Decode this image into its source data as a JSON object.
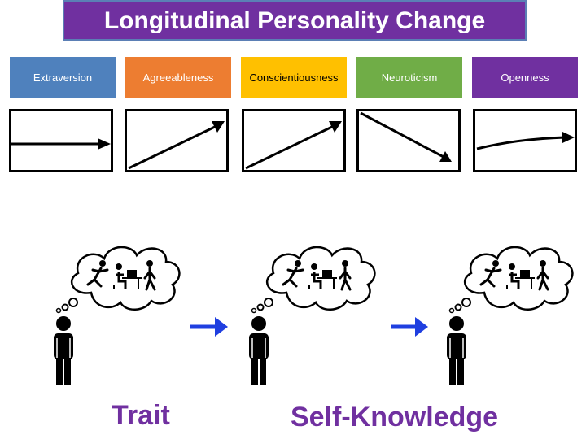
{
  "title": "Longitudinal Personality Change",
  "traits": [
    {
      "label": "Extraversion",
      "color": "#4f81bd",
      "trend": "flat"
    },
    {
      "label": "Agreeableness",
      "color": "#ed7d31",
      "trend": "increase"
    },
    {
      "label": "Conscientiousness",
      "color": "#ffc000",
      "trend": "increase"
    },
    {
      "label": "Neuroticism",
      "color": "#70ad47",
      "trend": "decrease"
    },
    {
      "label": "Openness",
      "color": "#7030a0",
      "trend": "slight-increase"
    }
  ],
  "icons": {
    "person": "person-icon",
    "thought": "thought-bubble-icon",
    "activities": [
      "running-icon",
      "desk-worker-icon",
      "walking-icon"
    ],
    "arrow": "right-arrow-icon",
    "arrow_color": "#1f3fe0"
  },
  "labels": {
    "left": "Trait",
    "right": "Self-Knowledge",
    "color": "#7030a0"
  }
}
